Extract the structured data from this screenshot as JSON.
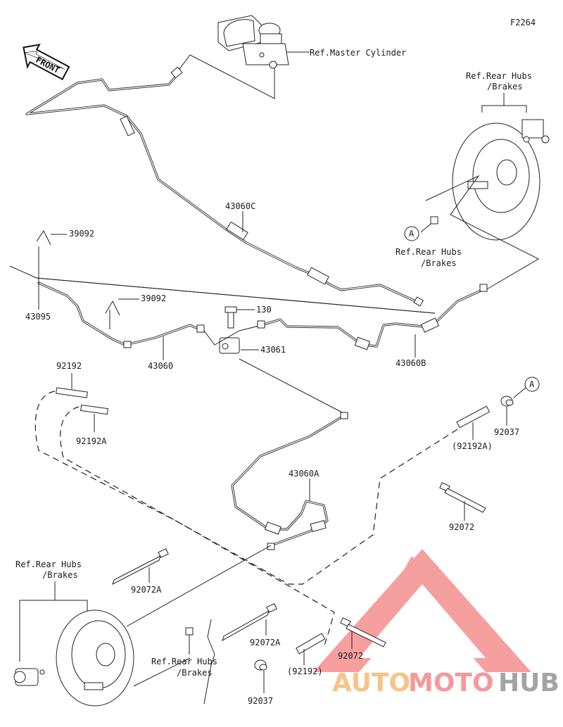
{
  "figure_code": "F2264",
  "front_label": "FRONT",
  "callout_a": "A",
  "labels": {
    "ref_master_cylinder": "Ref.Master Cylinder",
    "ref_rear_hubs_top_1": "Ref.Rear Hubs",
    "ref_rear_hubs_top_2": "/Brakes",
    "ref_rear_hubs_mid_1": "Ref.Rear Hubs",
    "ref_rear_hubs_mid_2": "/Brakes",
    "ref_rear_hubs_left_1": "Ref.Rear Hubs",
    "ref_rear_hubs_left_2": "/Brakes",
    "ref_rear_hubs_bottom_1": "Ref.Rear Hubs",
    "ref_rear_hubs_bottom_2": "/Brakes"
  },
  "parts": {
    "p43060C": "43060C",
    "p39092_a": "39092",
    "p39092_b": "39092",
    "p43095": "43095",
    "p130": "130",
    "p43061": "43061",
    "p43060": "43060",
    "p43060B": "43060B",
    "p92192": "92192",
    "p92192A": "92192A",
    "p92192A_paren": "(92192A)",
    "p92037_a": "92037",
    "p43060A": "43060A",
    "p92072_a": "92072",
    "p92072A_a": "92072A",
    "p92072A_b": "92072A",
    "p92072_b": "92072",
    "p92192_paren": "(92192)",
    "p92037_b": "92037"
  },
  "watermark": {
    "part1": "AUTO",
    "part2": "MOTO",
    "part3": "HUB",
    "color_orange": "#f4b56c",
    "color_red": "#f47f7f",
    "color_gray": "#8e8e8e"
  }
}
